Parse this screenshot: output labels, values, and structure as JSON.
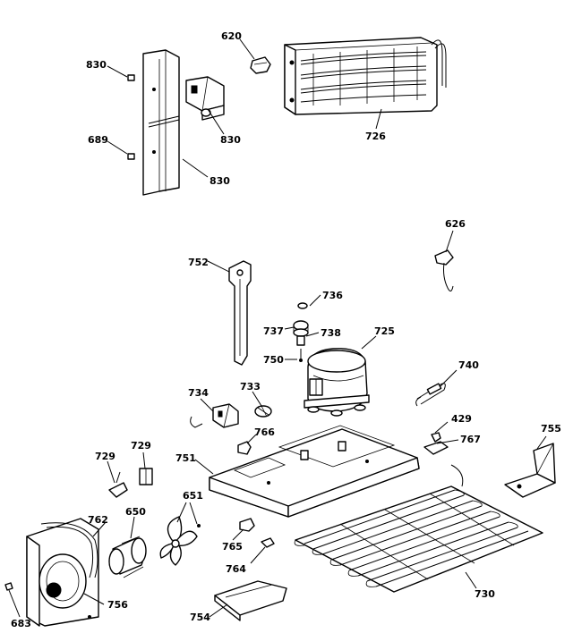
{
  "labels": {
    "l620": "620",
    "l830a": "830",
    "l830b": "830",
    "l830c": "830",
    "l689": "689",
    "l726": "726",
    "l626": "626",
    "l752": "752",
    "l736": "736",
    "l737": "737",
    "l738": "738",
    "l725": "725",
    "l750": "750",
    "l740": "740",
    "l734": "734",
    "l733": "733",
    "l766": "766",
    "l429": "429",
    "l767": "767",
    "l755": "755",
    "l729a": "729",
    "l729b": "729",
    "l751": "751",
    "l651": "651",
    "l762": "762",
    "l650": "650",
    "l765": "765",
    "l764": "764",
    "l756": "756",
    "l730": "730",
    "l754": "754",
    "l683": "683"
  }
}
